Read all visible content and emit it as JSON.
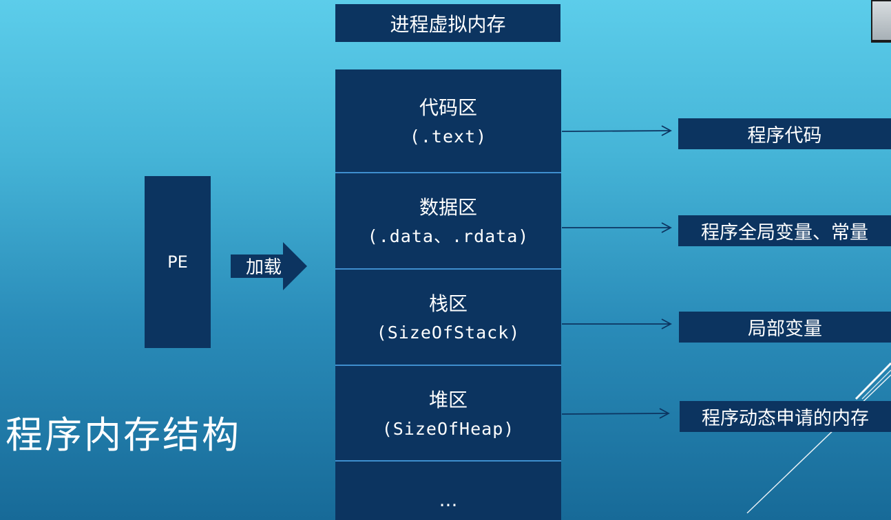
{
  "diagram": {
    "header": "进程虚拟内存",
    "pe_label": "PE",
    "load_label": "加载",
    "segments": [
      {
        "title": "代码区",
        "subtitle": "(.text)"
      },
      {
        "title": "数据区",
        "subtitle": "(.data、.rdata)"
      },
      {
        "title": "栈区",
        "subtitle": "(SizeOfStack)"
      },
      {
        "title": "堆区",
        "subtitle": "(SizeOfHeap)"
      },
      {
        "title": "...",
        "subtitle": ""
      }
    ],
    "descriptions": [
      "程序代码",
      "程序全局变量、常量",
      "局部变量",
      "程序动态申请的内存"
    ]
  },
  "slide": {
    "title": "程序内存结构"
  },
  "colors": {
    "box": "#0c3460",
    "divider": "#3f8fcf",
    "background_top": "#5ccdea",
    "background_bottom": "#176a98"
  }
}
